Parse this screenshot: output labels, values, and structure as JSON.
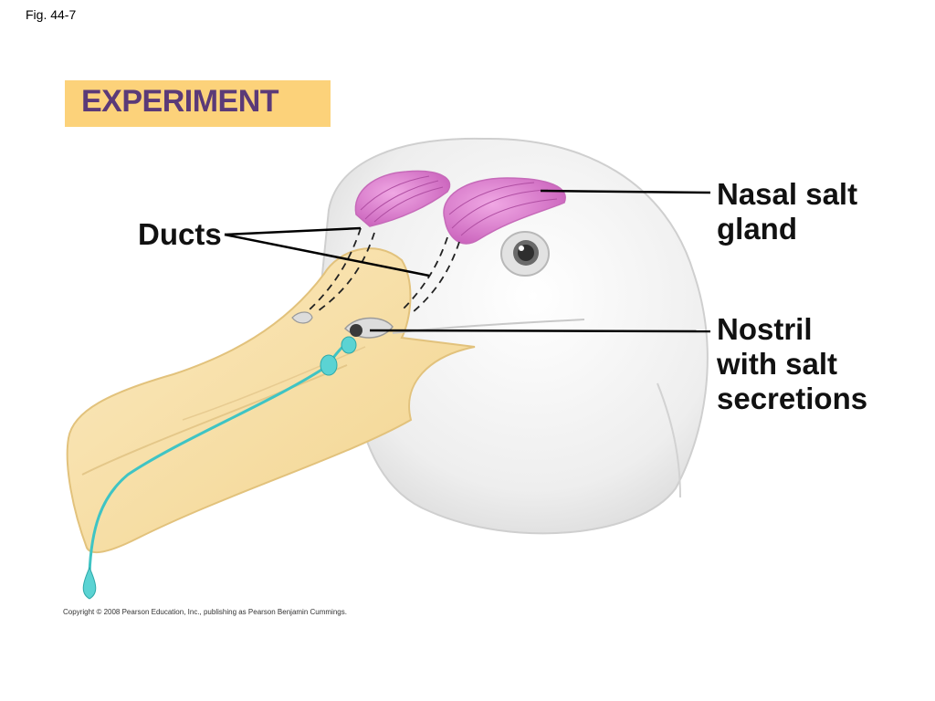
{
  "figure": {
    "number": "Fig. 44-7"
  },
  "heading": {
    "text": "EXPERIMENT"
  },
  "labels": {
    "ducts": "Ducts",
    "gland_line1": "Nasal salt",
    "gland_line2": "gland",
    "nostril_line1": "Nostril",
    "nostril_line2": "with salt",
    "nostril_line3": "secretions"
  },
  "copyright": "Copyright © 2008 Pearson Education, Inc., publishing as Pearson Benjamin Cummings.",
  "colors": {
    "heading_bg": "#fcd27a",
    "heading_text": "#5b3a78",
    "gland": "#d977c9",
    "beak": "#f8dfa6",
    "head": "#ececec",
    "secretion": "#3fc4c4"
  }
}
